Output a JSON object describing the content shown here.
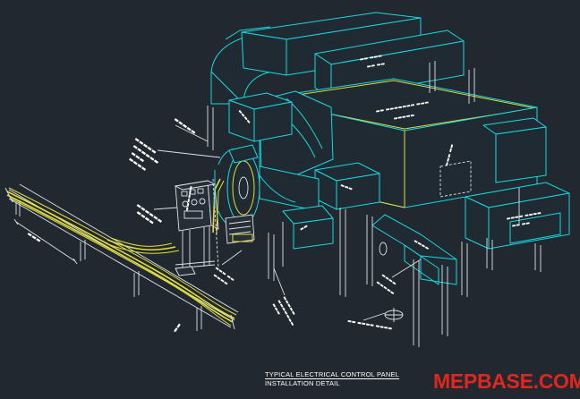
{
  "drawing": {
    "title_line1": "TYPICAL ELECTRICAL CONTROL PANEL",
    "title_line2": "INSTALLATION DETAIL",
    "brand": "MEPBASE.COM",
    "colors": {
      "background": "#212830",
      "duct": "#18d8e0",
      "conduit": "#e2de3a",
      "structure": "#dfe3e6",
      "brand": "#e0261f"
    }
  }
}
